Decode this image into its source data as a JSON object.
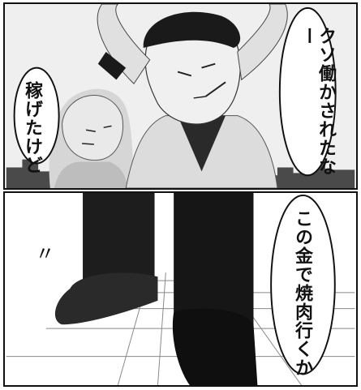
{
  "panels": {
    "top": {
      "speech_right": "クソ働かされたなー",
      "speech_left": "稼げたけど"
    },
    "bottom": {
      "speech_right": "この金で焼肉行くか",
      "sfx": "〃"
    }
  },
  "colors": {
    "ink": "#111111",
    "paper": "#ffffff",
    "screentone_light": "#e6e6e6",
    "screentone_mid": "#9a9a9a",
    "screentone_dark": "#3a3a3a"
  }
}
